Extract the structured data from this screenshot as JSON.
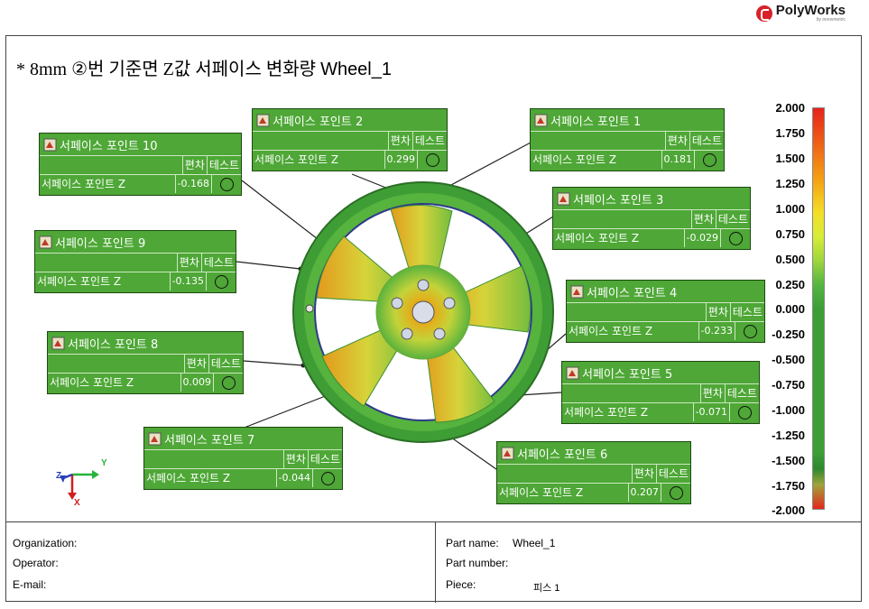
{
  "logo": {
    "name": "PolyWorks",
    "sub": "by innovmetric"
  },
  "title": {
    "main": "* 8mm ②번 기준면 Z값 서페이스 변화량 ",
    "part": "Wheel_1"
  },
  "annotations": [
    {
      "name": "서페이스 포인트 10",
      "col1": "편차",
      "col2": "테스트",
      "label": "서페이스 포인트 Z",
      "value": "-0.168"
    },
    {
      "name": "서페이스 포인트 2",
      "col1": "편차",
      "col2": "테스트",
      "label": "서페이스 포인트 Z",
      "value": "0.299"
    },
    {
      "name": "서페이스 포인트 1",
      "col1": "편차",
      "col2": "테스트",
      "label": "서페이스 포인트 Z",
      "value": "0.181"
    },
    {
      "name": "서페이스 포인트 3",
      "col1": "편차",
      "col2": "테스트",
      "label": "서페이스 포인트 Z",
      "value": "-0.029"
    },
    {
      "name": "서페이스 포인트 9",
      "col1": "편차",
      "col2": "테스트",
      "label": "서페이스 포인트 Z",
      "value": "-0.135"
    },
    {
      "name": "서페이스 포인트 4",
      "col1": "편차",
      "col2": "테스트",
      "label": "서페이스 포인트 Z",
      "value": "-0.233"
    },
    {
      "name": "서페이스 포인트 8",
      "col1": "편차",
      "col2": "테스트",
      "label": "서페이스 포인트 Z",
      "value": "0.009"
    },
    {
      "name": "서페이스 포인트 5",
      "col1": "편차",
      "col2": "테스트",
      "label": "서페이스 포인트 Z",
      "value": "-0.071"
    },
    {
      "name": "서페이스 포인트 7",
      "col1": "편차",
      "col2": "테스트",
      "label": "서페이스 포인트 Z",
      "value": "-0.044"
    },
    {
      "name": "서페이스 포인트 6",
      "col1": "편차",
      "col2": "테스트",
      "label": "서페이스 포인트 Z",
      "value": "0.207"
    }
  ],
  "scale": {
    "ticks": [
      "2.000",
      "1.750",
      "1.500",
      "1.250",
      "1.000",
      "0.750",
      "0.500",
      "0.250",
      "0.000",
      "-0.250",
      "-0.500",
      "-0.750",
      "-1.000",
      "-1.250",
      "-1.500",
      "-1.750",
      "-2.000"
    ],
    "colors": {
      "max": "#e6221a",
      "mid": "#3b9f35",
      "min": "#e6271a"
    }
  },
  "axes": {
    "y": "Y",
    "z": "Z",
    "x": "X"
  },
  "info": {
    "organization": "Organization:",
    "operator": "Operator:",
    "email": "E-mail:",
    "part_name_label": "Part name:",
    "part_name_value": "Wheel_1",
    "part_number_label": "Part number:",
    "piece_label": "Piece:",
    "piece_value": "피스 1"
  }
}
